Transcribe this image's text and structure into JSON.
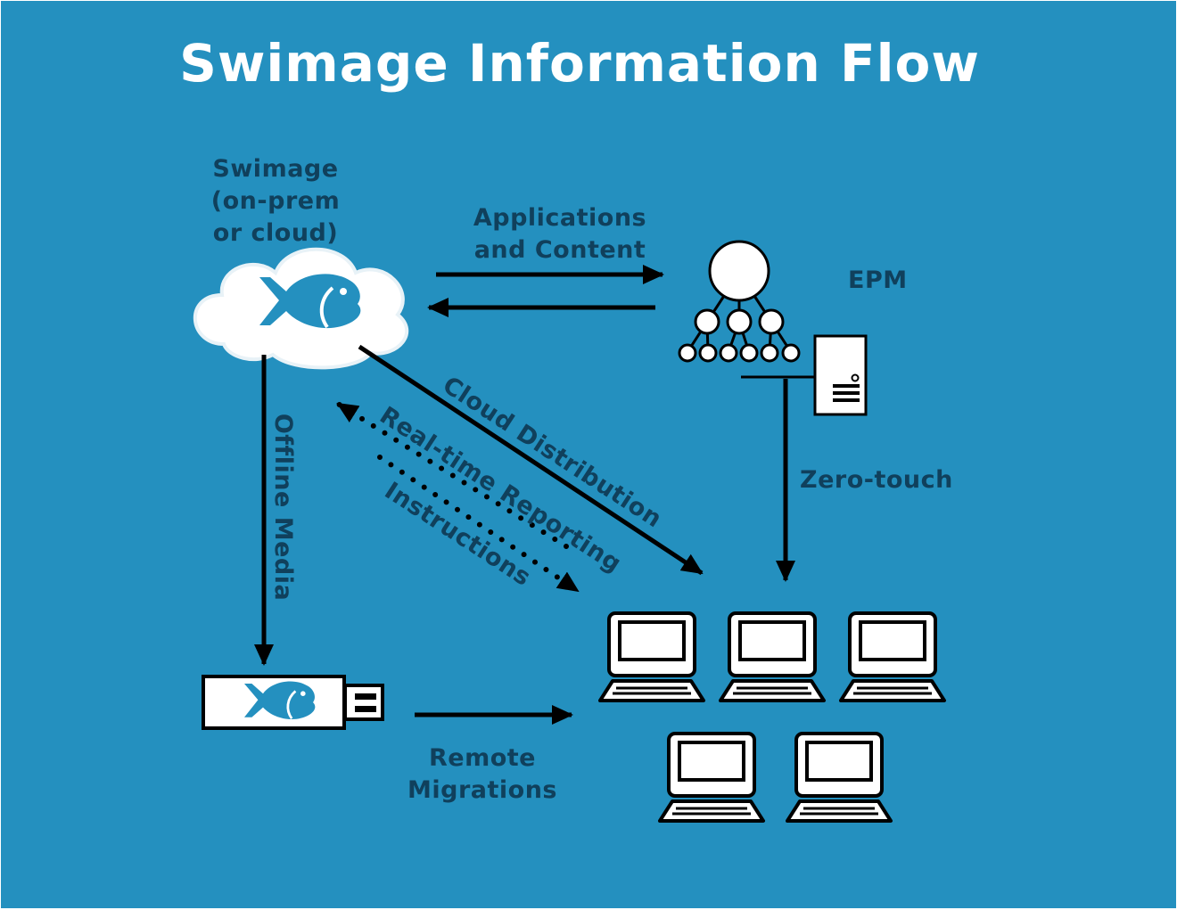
{
  "title": "Swimage Information Flow",
  "colors": {
    "background": "#2490bf",
    "label_text": "#10405c",
    "title_text": "#ffffff",
    "arrows": "#000000"
  },
  "nodes": {
    "swimage": {
      "lines": [
        "Swimage",
        "(on-prem",
        "or cloud)"
      ],
      "icon": "cloud-fish-icon"
    },
    "epm": {
      "label": "EPM",
      "icon": "org-hierarchy-icon"
    },
    "server": {
      "icon": "server-tower-icon"
    },
    "usb": {
      "icon": "usb-drive-fish-icon"
    },
    "endpoints": {
      "icon": "laptop-icon",
      "count": 5
    }
  },
  "edges": {
    "applications": {
      "lines": [
        "Applications",
        "and Content"
      ]
    },
    "offline_media": {
      "label": "Offline Media"
    },
    "cloud_distribution": {
      "label": "Cloud Distribution"
    },
    "realtime_reporting": {
      "label": "Real-time Reporting"
    },
    "instructions": {
      "label": "Instructions"
    },
    "zero_touch": {
      "label": "Zero-touch"
    },
    "remote_migrations": {
      "lines": [
        "Remote",
        "Migrations"
      ]
    }
  }
}
